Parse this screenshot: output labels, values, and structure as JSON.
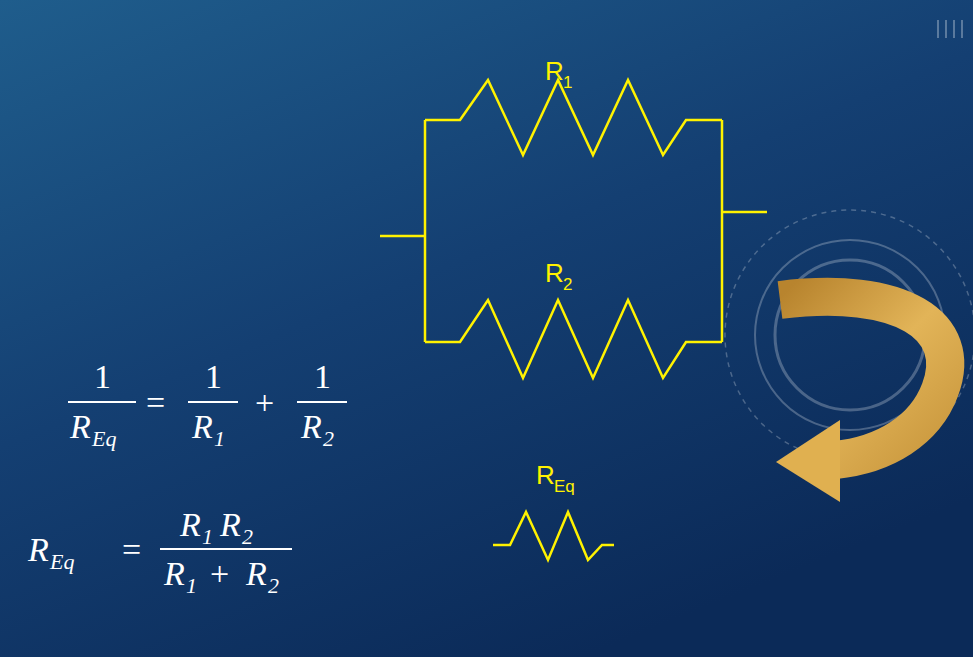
{
  "diagram": {
    "labels": [
      "R",
      "1",
      "R",
      "2",
      "R",
      "Eq",
      "1",
      "R",
      "Eq",
      "=",
      "1",
      "R",
      "1",
      "+",
      "1",
      "R",
      "2",
      "R",
      "Eq",
      "=",
      "R",
      "1",
      "R",
      "2",
      "R",
      "1",
      "+",
      "R",
      "2"
    ]
  }
}
